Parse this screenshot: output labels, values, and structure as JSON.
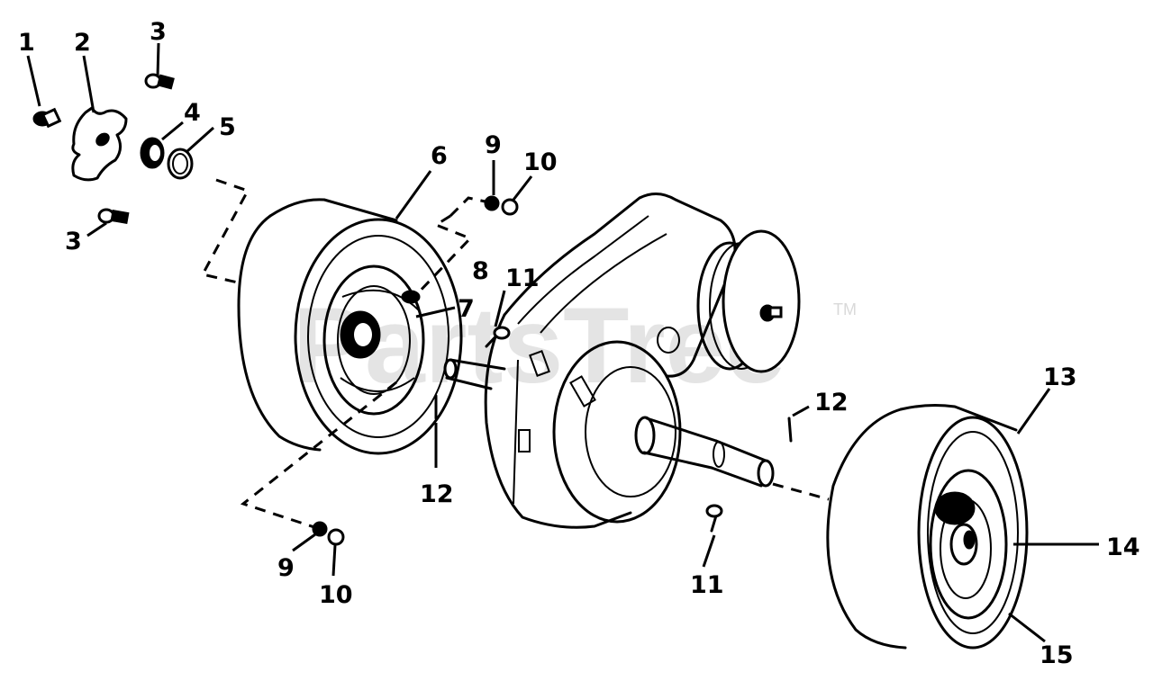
{
  "watermark": {
    "text": "PartsTree",
    "trademark": "TM"
  },
  "callouts": [
    "1",
    "2",
    "3",
    "3",
    "4",
    "5",
    "6",
    "7",
    "8",
    "9",
    "10",
    "9",
    "10",
    "11",
    "11",
    "12",
    "12",
    "13",
    "14",
    "15"
  ]
}
